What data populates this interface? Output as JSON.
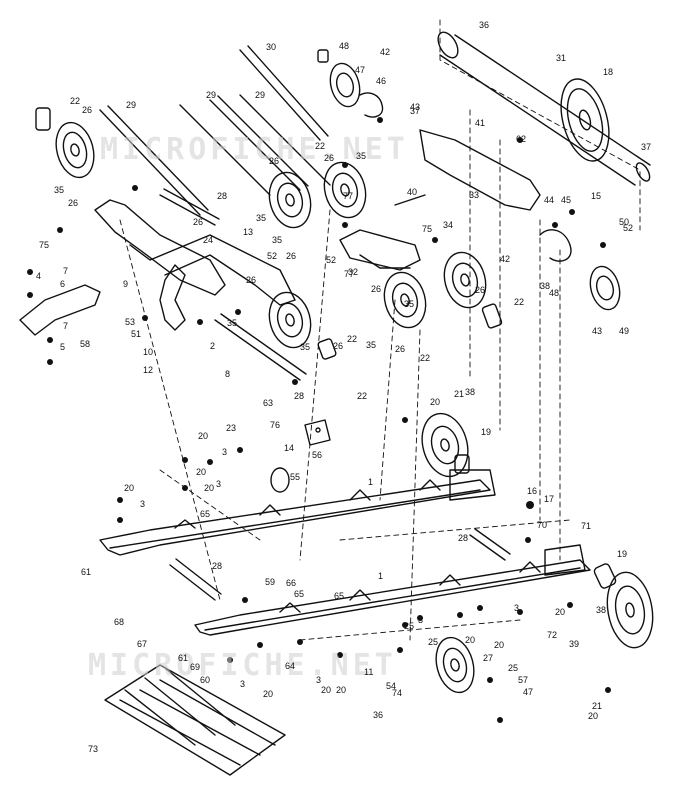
{
  "watermark": "MICROFICHE.NET",
  "callouts": [
    "1",
    "1",
    "2",
    "3",
    "3",
    "3",
    "3",
    "3",
    "3",
    "3",
    "4",
    "5",
    "6",
    "7",
    "7",
    "8",
    "9",
    "10",
    "11",
    "12",
    "13",
    "14",
    "15",
    "16",
    "17",
    "18",
    "19",
    "19",
    "20",
    "20",
    "20",
    "20",
    "20",
    "20",
    "20",
    "20",
    "20",
    "20",
    "20",
    "20",
    "21",
    "21",
    "22",
    "22",
    "22",
    "22",
    "22",
    "22",
    "23",
    "24",
    "25",
    "25",
    "25",
    "26",
    "26",
    "26",
    "26",
    "26",
    "26",
    "26",
    "26",
    "26",
    "26",
    "26",
    "27",
    "28",
    "28",
    "28",
    "28",
    "29",
    "29",
    "29",
    "30",
    "31",
    "32",
    "33",
    "34",
    "35",
    "35",
    "35",
    "35",
    "35",
    "35",
    "35",
    "35",
    "36",
    "36",
    "37",
    "37",
    "38",
    "38",
    "38",
    "39",
    "40",
    "41",
    "42",
    "42",
    "43",
    "43",
    "44",
    "45",
    "46",
    "47",
    "47",
    "48",
    "48",
    "49",
    "50",
    "51",
    "52",
    "52",
    "52",
    "53",
    "54",
    "55",
    "56",
    "57",
    "58",
    "59",
    "60",
    "61",
    "61",
    "62",
    "63",
    "64",
    "65",
    "65",
    "65",
    "66",
    "67",
    "68",
    "69",
    "70",
    "71",
    "72",
    "73",
    "74",
    "75",
    "75",
    "76",
    "77",
    "77"
  ]
}
